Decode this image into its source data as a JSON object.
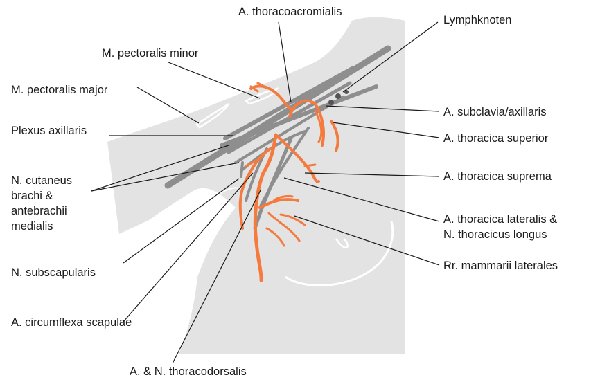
{
  "labels": {
    "thoracoacromialis": "A. thoracoacromialis",
    "lymphknoten": "Lymphknoten",
    "pect_minor": "M. pectoralis minor",
    "pect_major": "M. pectoralis major",
    "plexus": "Plexus axillaris",
    "cutaneus_lines": [
      "N. cutaneus",
      "brachi &",
      "antebrachii",
      "medialis"
    ],
    "subclavia": "A. subclavia/axillaris",
    "thor_superior": "A. thoracica superior",
    "thor_suprema": "A. thoracica suprema",
    "thor_lateralis_lines": [
      "A. thoracica lateralis &",
      "N. thoracicus longus"
    ],
    "subscapularis": "N. subscapularis",
    "mammarii": "Rr. mammarii laterales",
    "circumflexa": "A. circumflexa scapulae",
    "thoracodorsalis": "A. & N. thoracodorsalis"
  },
  "colors": {
    "body": "#e3e3e3",
    "vessel_gray": "#8e8e8e",
    "artery_orange": "#f47a3e",
    "leader_line": "#1a1a1a"
  }
}
